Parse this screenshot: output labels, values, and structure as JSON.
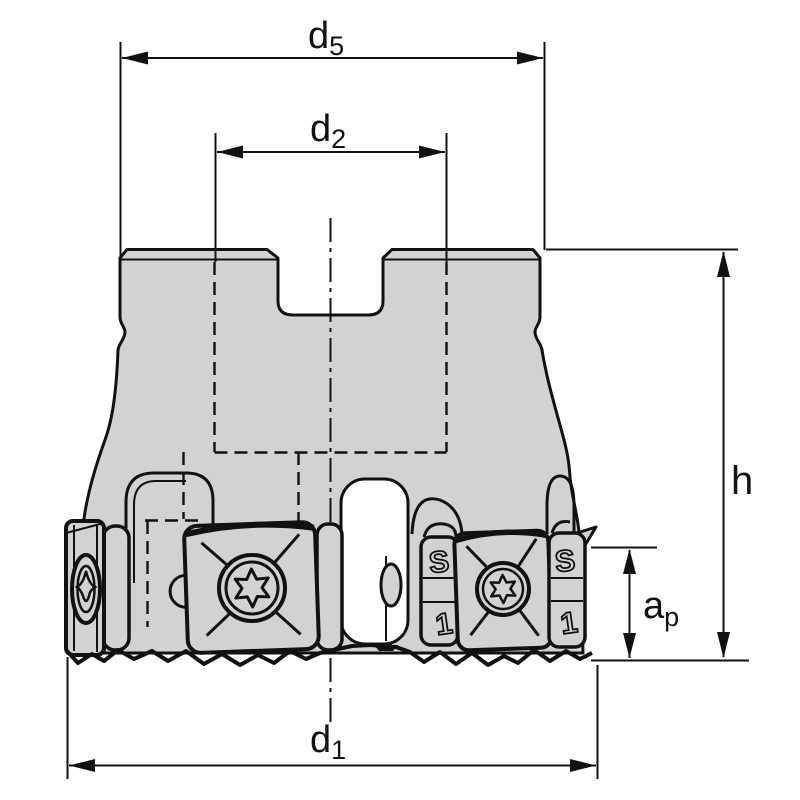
{
  "drawing": {
    "type": "technical-drawing",
    "subject": "face-milling-cutter-side-view",
    "background": "#ffffff",
    "body_fill": "#d2d2d2",
    "line_color": "#111111"
  },
  "labels": {
    "d5": {
      "base": "d",
      "sub": "5"
    },
    "d2": {
      "base": "d",
      "sub": "2"
    },
    "h": {
      "base": "h",
      "sub": ""
    },
    "ap": {
      "base": "a",
      "sub": "p"
    },
    "d1": {
      "base": "d",
      "sub": "1"
    }
  },
  "insert_markings": {
    "size_letter": "S",
    "index_digit": "1"
  }
}
